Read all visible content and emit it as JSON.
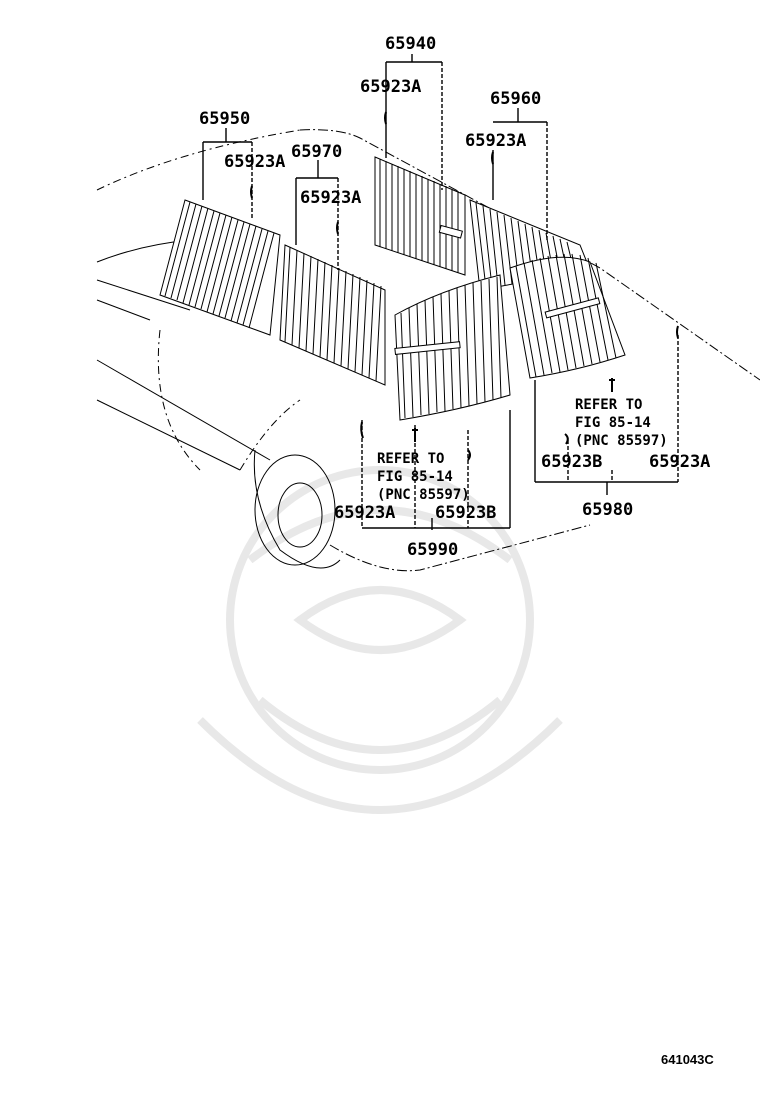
{
  "diagram": {
    "title": "Rear window sunshade / curtain assembly parts diagram",
    "figure_id": "641043C",
    "callouts": {
      "c65940": "65940",
      "c65923a_1": "65923A",
      "c65960": "65960",
      "c65923a_2": "65923A",
      "c65950": "65950",
      "c65923a_3": "65923A",
      "c65970": "65970",
      "c65923a_4": "65923A",
      "c65923b_1": "65923B",
      "c65923a_5": "65923A",
      "c65980": "65980",
      "c65923a_6": "65923A",
      "c65923b_2": "65923B",
      "c65990": "65990"
    },
    "notes": {
      "right": "REFER TO\nFIG 85-14\n(PNC 85597)",
      "left": "REFER TO\nFIG 85-14\n(PNC 85597)"
    },
    "colors": {
      "line": "#000000",
      "watermark": "#e6e6e6",
      "background": "#ffffff"
    }
  }
}
